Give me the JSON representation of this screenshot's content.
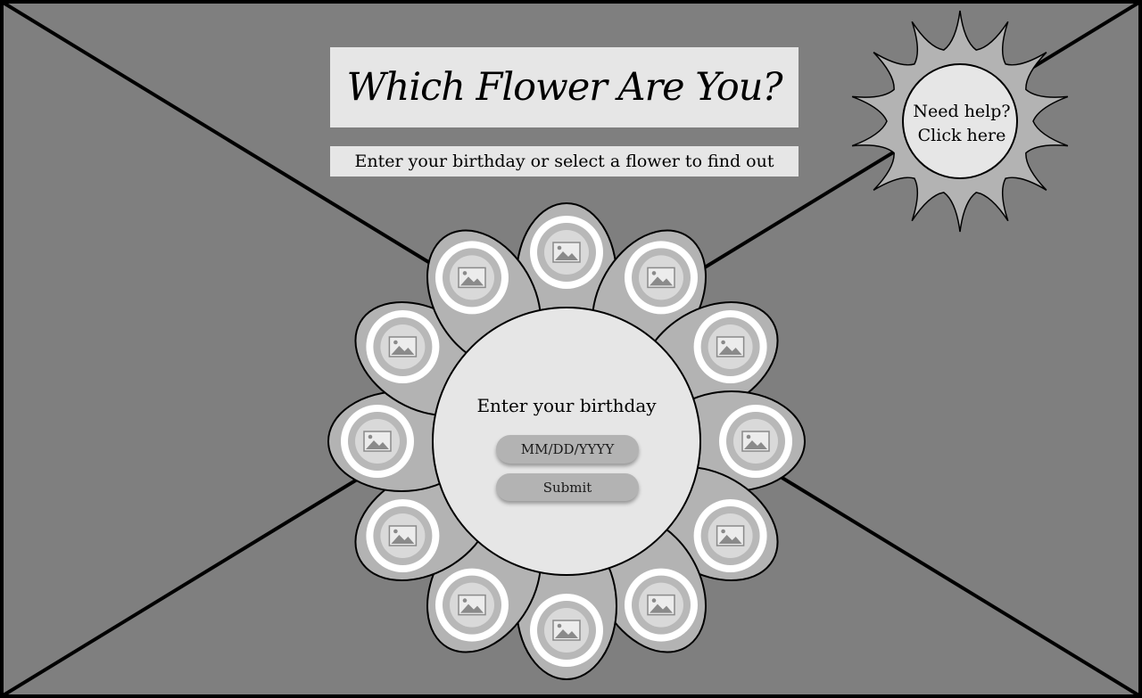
{
  "header": {
    "title": "Which Flower Are You?",
    "subtitle": "Enter your birthday or select a flower to find out"
  },
  "help": {
    "line1": "Need help?",
    "line2": "Click here"
  },
  "birthday_form": {
    "heading": "Enter your birthday",
    "date_placeholder": "MM/DD/YYYY",
    "submit_label": "Submit"
  },
  "flower_petals": {
    "count": 12,
    "icon": "image-placeholder-icon"
  },
  "colors": {
    "background": "#7f7f7f",
    "panel": "#e6e6e6",
    "petal": "#b3b3b3",
    "control": "#b3b3b3",
    "outline": "#000000"
  }
}
